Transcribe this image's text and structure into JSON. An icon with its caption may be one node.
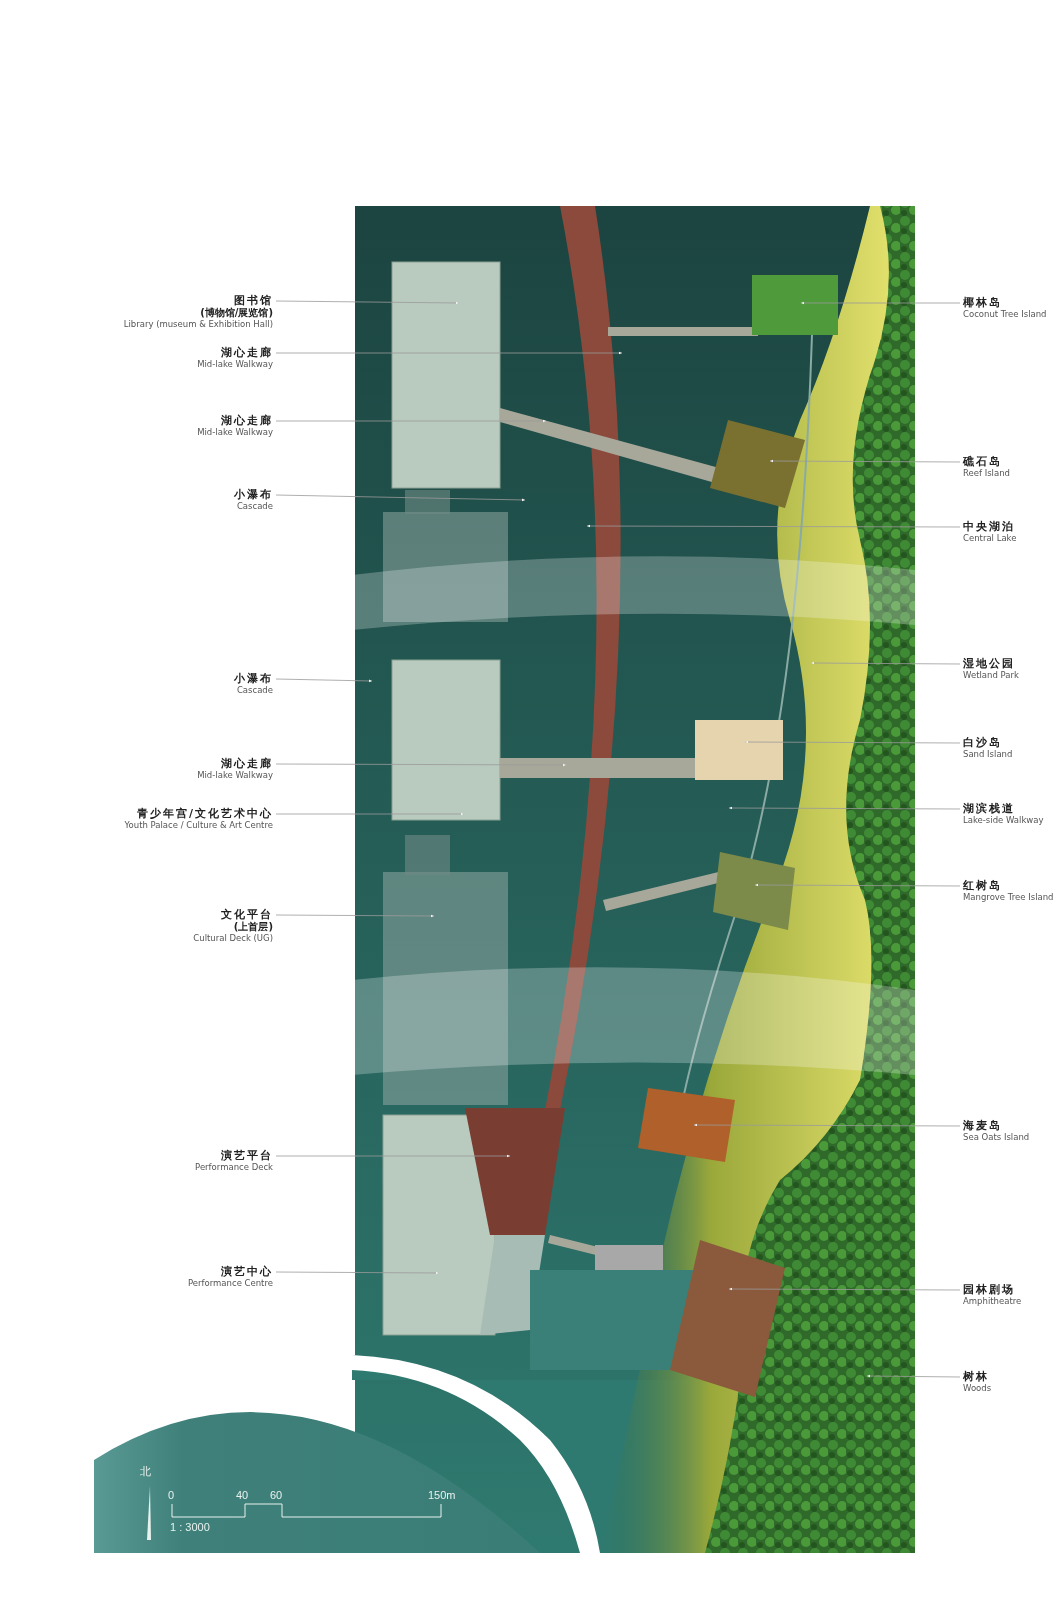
{
  "diagram": {
    "nodes": [
      {
        "text": [
          "图书馆",
          "(博物馆/展览馆)",
          "Library (museum & Exhibition Hall)"
        ]
      },
      {
        "text": [
          "湖心走廊",
          "Mid-lake Walkway"
        ]
      },
      {
        "text": [
          "湖心走廊",
          "Mid-lake Walkway"
        ]
      },
      {
        "text": [
          "小瀑布",
          "Cascade"
        ]
      },
      {
        "text": [
          "小瀑布",
          "Cascade"
        ]
      },
      {
        "text": [
          "湖心走廊",
          "Mid-lake Walkway"
        ]
      },
      {
        "text": [
          "青少年宫/文化艺术中心",
          "Youth Palace / Culture & Art Centre"
        ]
      },
      {
        "text": [
          "文化平台",
          "(上首层)",
          "Cultural Deck (UG)"
        ]
      },
      {
        "text": [
          "演艺平台",
          "Performance Deck"
        ]
      },
      {
        "text": [
          "演艺中心",
          "Performance Centre"
        ]
      },
      {
        "text": [
          "椰林岛",
          "Coconut Tree Island"
        ]
      },
      {
        "text": [
          "礁石岛",
          "Reef Island"
        ]
      },
      {
        "text": [
          "中央湖泊",
          "Central Lake"
        ]
      },
      {
        "text": [
          "湿地公园",
          "Wetland Park"
        ]
      },
      {
        "text": [
          "白沙岛",
          "Sand Island"
        ]
      },
      {
        "text": [
          "湖滨栈道",
          "Lake-side Walkway"
        ]
      },
      {
        "text": [
          "红树岛",
          "Mangrove Tree Island"
        ]
      },
      {
        "text": [
          "海麦岛",
          "Sea Oats Island"
        ]
      },
      {
        "text": [
          "园林剧场",
          "Amphitheatre"
        ]
      },
      {
        "text": [
          "树林",
          "Woods"
        ]
      }
    ],
    "edges": [
      {
        "from": 0,
        "to": null,
        "arrow": "to"
      },
      {
        "from": 1,
        "to": null,
        "arrow": "to"
      },
      {
        "from": 2,
        "to": null,
        "arrow": "to"
      },
      {
        "from": 3,
        "to": null,
        "arrow": "to"
      },
      {
        "from": 4,
        "to": null,
        "arrow": "to"
      },
      {
        "from": 5,
        "to": null,
        "arrow": "to"
      },
      {
        "from": 6,
        "to": null,
        "arrow": "to"
      },
      {
        "from": 7,
        "to": null,
        "arrow": "to"
      },
      {
        "from": 8,
        "to": null,
        "arrow": "to"
      },
      {
        "from": 9,
        "to": null,
        "arrow": "to"
      },
      {
        "from": 10,
        "to": null,
        "arrow": "to"
      },
      {
        "from": 11,
        "to": null,
        "arrow": "to"
      },
      {
        "from": 12,
        "to": null,
        "arrow": "to"
      },
      {
        "from": 13,
        "to": null,
        "arrow": "to"
      },
      {
        "from": 14,
        "to": null,
        "arrow": "to"
      },
      {
        "from": 15,
        "to": null,
        "arrow": "to"
      },
      {
        "from": 16,
        "to": null,
        "arrow": "to"
      },
      {
        "from": 17,
        "to": null,
        "arrow": "to"
      },
      {
        "from": 18,
        "to": null,
        "arrow": "to"
      },
      {
        "from": 19,
        "to": null,
        "arrow": "to"
      }
    ],
    "labels": [
      "北",
      "0",
      "40",
      "60",
      "150m",
      "1 : 3000"
    ]
  }
}
